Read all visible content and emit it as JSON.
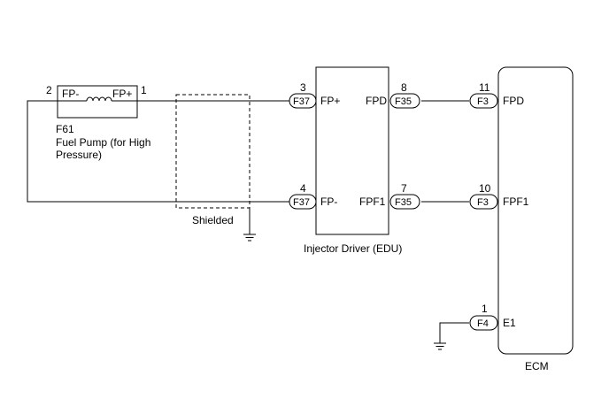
{
  "fuel_pump": {
    "code": "F61",
    "name_line1": "Fuel Pump (for High",
    "name_line2": "Pressure)",
    "pin_fp_minus": "FP-",
    "pin_fp_plus": "FP+",
    "pin_num_left": "2",
    "pin_num_right": "1",
    "coil_icon": "coil-icon"
  },
  "shield": {
    "label": "Shielded",
    "ground_icon": "ground-icon"
  },
  "injector_driver": {
    "label": "Injector Driver (EDU)",
    "pins": {
      "fp_plus": {
        "num": "3",
        "connector": "F37",
        "name": "FP+"
      },
      "fp_minus": {
        "num": "4",
        "connector": "F37",
        "name": "FP-"
      },
      "fpd": {
        "num": "8",
        "connector": "F35",
        "name": "FPD"
      },
      "fpf1": {
        "num": "7",
        "connector": "F35",
        "name": "FPF1"
      }
    }
  },
  "ecm": {
    "label": "ECM",
    "pins": {
      "fpd": {
        "num": "11",
        "connector": "F3",
        "name": "FPD"
      },
      "fpf1": {
        "num": "10",
        "connector": "F3",
        "name": "FPF1"
      },
      "e1": {
        "num": "1",
        "connector": "F4",
        "name": "E1"
      }
    },
    "ground_icon": "ground-icon"
  }
}
